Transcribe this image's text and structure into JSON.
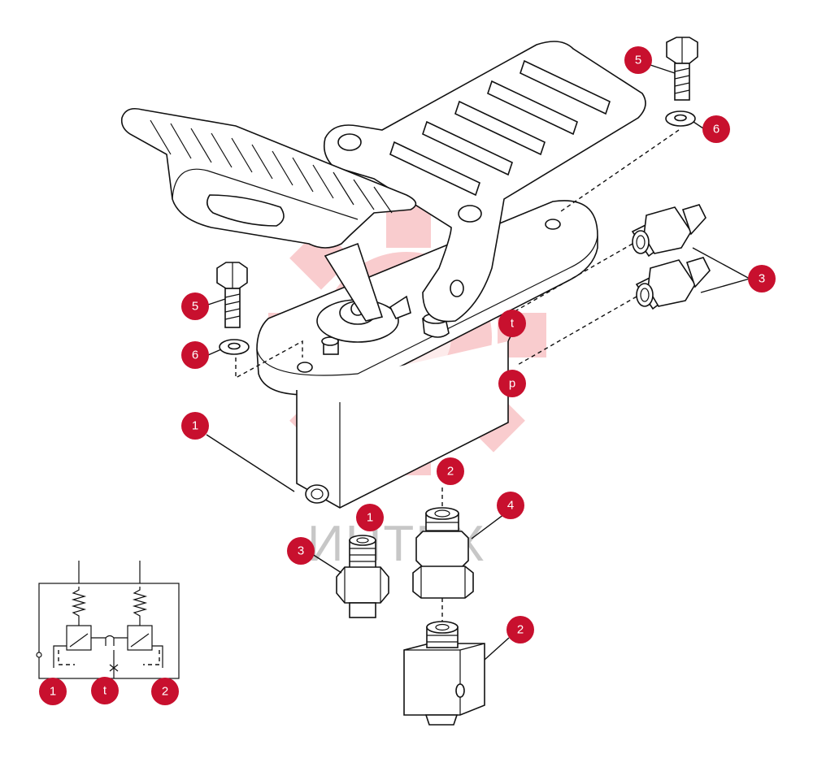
{
  "diagram": {
    "colors": {
      "callout": "#c8102e",
      "line": "#111111",
      "watermark": "#e8474f"
    },
    "watermark_text": "ИНТЕХ",
    "callouts": [
      {
        "id": "c5-top",
        "label": "5"
      },
      {
        "id": "c6-top",
        "label": "6"
      },
      {
        "id": "c3-right",
        "label": "3"
      },
      {
        "id": "c5-left",
        "label": "5"
      },
      {
        "id": "c6-left",
        "label": "6"
      },
      {
        "id": "ct-port",
        "label": "t"
      },
      {
        "id": "cp-port",
        "label": "p"
      },
      {
        "id": "c1-body",
        "label": "1"
      },
      {
        "id": "c2-port",
        "label": "2"
      },
      {
        "id": "c1-port",
        "label": "1"
      },
      {
        "id": "c4-adapter",
        "label": "4"
      },
      {
        "id": "c3-fitting",
        "label": "3"
      },
      {
        "id": "c2-block",
        "label": "2"
      },
      {
        "id": "c1-schem",
        "label": "1"
      },
      {
        "id": "ct-schem",
        "label": "t"
      },
      {
        "id": "c2-schem",
        "label": "2"
      }
    ]
  }
}
